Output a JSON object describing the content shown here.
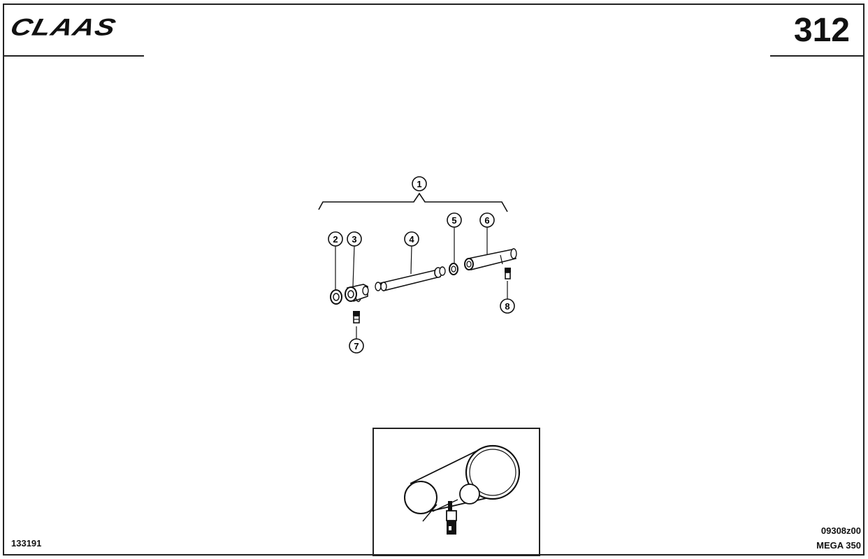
{
  "header": {
    "brand": "CLAAS",
    "page_number": "312"
  },
  "footer": {
    "document_number": "133191",
    "drawing_code": "09308z00",
    "model": "MEGA 350"
  },
  "callouts": [
    {
      "id": "1",
      "label": "1"
    },
    {
      "id": "2",
      "label": "2"
    },
    {
      "id": "3",
      "label": "3"
    },
    {
      "id": "4",
      "label": "4"
    },
    {
      "id": "5",
      "label": "5"
    },
    {
      "id": "6",
      "label": "6"
    },
    {
      "id": "7",
      "label": "7"
    },
    {
      "id": "8",
      "label": "8"
    }
  ]
}
